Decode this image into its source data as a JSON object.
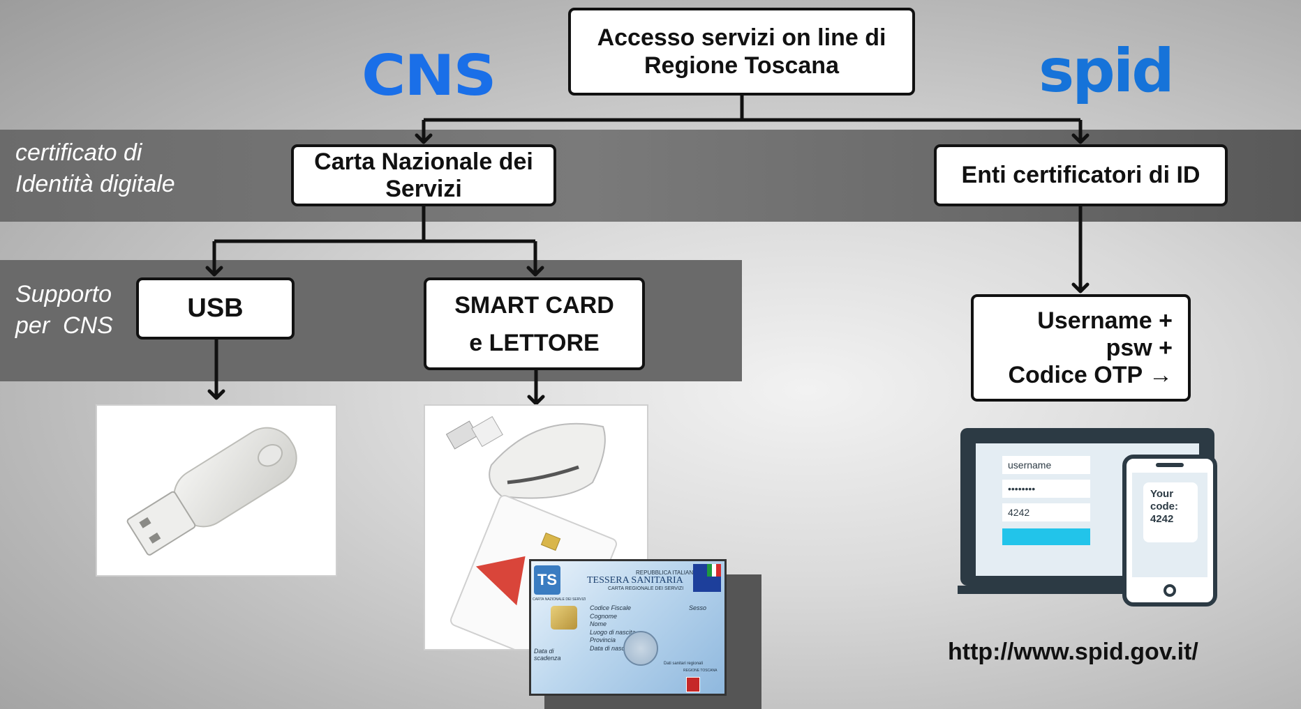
{
  "title_box": {
    "line1": "Accesso servizi on line di",
    "line2": "Regione Toscana"
  },
  "logos": {
    "cns": "CNS",
    "spid": "spid"
  },
  "bands": {
    "certificate": {
      "line1": "certificato di",
      "line2": "Identità digitale"
    },
    "support": {
      "line1": "Supporto",
      "line2": "per  CNS"
    }
  },
  "boxes": {
    "cns_card": {
      "line1": "Carta Nazionale dei",
      "line2": "Servizi"
    },
    "id_providers": "Enti certificatori di ID",
    "usb": "USB",
    "smartcard": {
      "line1": "SMART CARD",
      "line2": "e LETTORE"
    },
    "credentials": {
      "line1": "Username +",
      "line2": "psw +",
      "line3": "Codice OTP →"
    }
  },
  "health_card": {
    "republic": "REPUBBLICA ITALIANA",
    "title": "TESSERA SANITARIA",
    "subtitle": "CARTA REGIONALE DEI SERVIZI",
    "side_label": "CARTA NAZIONALE DEI SERVIZI",
    "fields": [
      "Codice Fiscale",
      "Cognome",
      "Nome",
      "Luogo di nascita",
      "Provincia",
      "Data di nascita"
    ],
    "sex": "Sesso",
    "expiry": "Data di scadenza",
    "region_note": "Dati sanitari regionali",
    "region": "REGIONE TOSCANA"
  },
  "laptop_ui": {
    "username": "username",
    "password": "••••••••",
    "code": "4242"
  },
  "phone_ui": {
    "line1": "Your",
    "line2": "code:",
    "code": "4242"
  },
  "url": "http://www.spid.gov.it/",
  "colors": {
    "cns_blue": "#1a6fe8",
    "spid_blue": "#1673d9",
    "band_gray": "#6a6a6a",
    "screen_cyan": "#22c4ea"
  }
}
